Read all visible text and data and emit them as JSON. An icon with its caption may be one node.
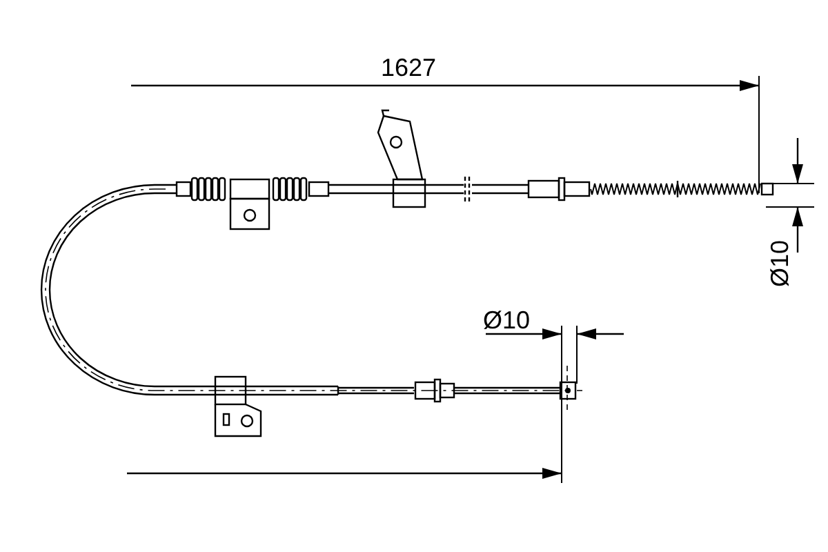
{
  "diagram": {
    "labels": [
      "1627",
      "Ø10",
      "Ø10"
    ]
  }
}
